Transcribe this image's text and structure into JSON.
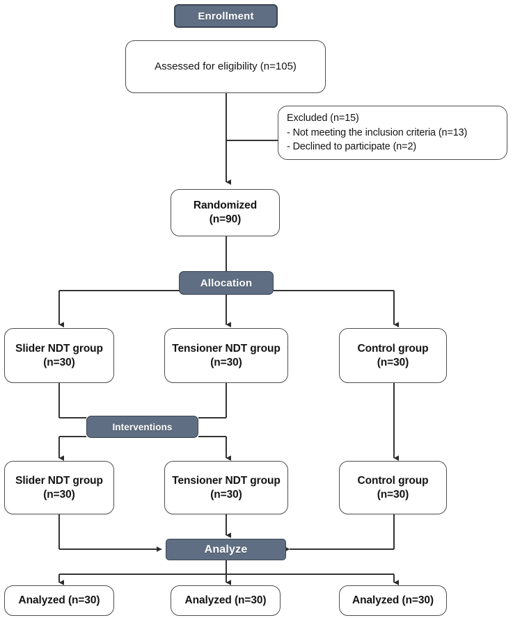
{
  "diagram": {
    "title": "CONSORT participant flow diagram",
    "type": "flowchart",
    "accent_color": "#5f6e82",
    "box_border_color": "#4d4d4d",
    "connector_color": "#333333",
    "background": "#ffffff"
  },
  "bands": {
    "enrollment": "Enrollment",
    "allocation": "Allocation",
    "interventions": "Interventions",
    "analyze": "Analyze"
  },
  "enrollment": {
    "assessed": "Assessed for eligibility (n=105)",
    "excluded": {
      "heading": "Excluded (n=15)",
      "reason_1": "- Not meeting the inclusion criteria (n=13)",
      "reason_2": "- Declined to participate (n=2)"
    },
    "randomized": {
      "label": "Randomized",
      "count": "(n=90)"
    }
  },
  "allocation": {
    "groups": [
      {
        "label": "Slider NDT group",
        "count": "(n=30)"
      },
      {
        "label": "Tensioner NDT group",
        "count": "(n=30)"
      },
      {
        "label": "Control group",
        "count": "(n=30)"
      }
    ]
  },
  "interventions": {
    "groups": [
      {
        "label": "Slider NDT group",
        "count": "(n=30)"
      },
      {
        "label": "Tensioner NDT group",
        "count": "(n=30)"
      },
      {
        "label": "Control group",
        "count": "(n=30)"
      }
    ]
  },
  "analysis": {
    "groups": [
      {
        "label": "Analyzed (n=30)"
      },
      {
        "label": "Analyzed (n=30)"
      },
      {
        "label": "Analyzed (n=30)"
      }
    ]
  }
}
